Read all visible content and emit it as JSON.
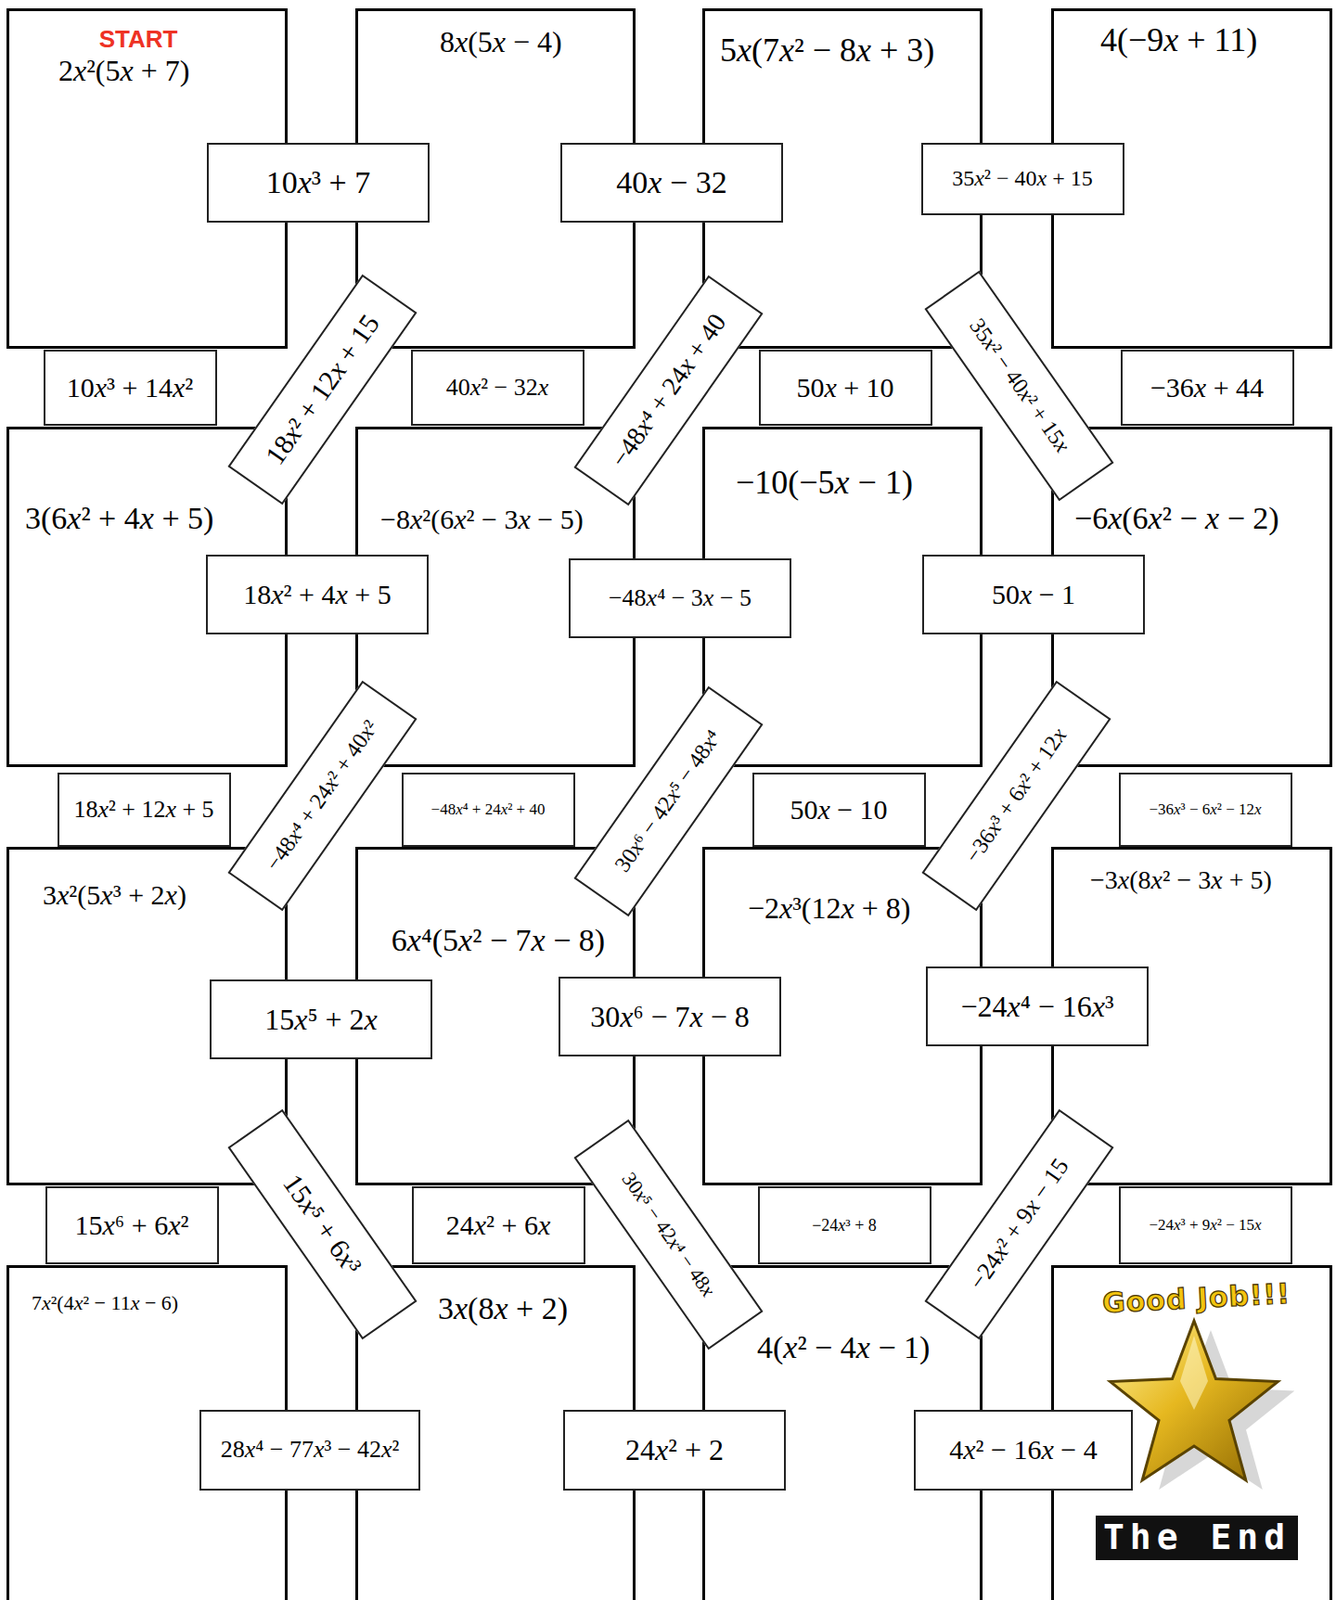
{
  "diagram": {
    "nodes": [
      {
        "text": [
          "START",
          "2x²(5x + 7)"
        ]
      },
      {
        "text": [
          "8x(5x − 4)"
        ]
      },
      {
        "text": [
          "5x(7x² − 8x + 3)"
        ]
      },
      {
        "text": [
          "4(−9x + 11)"
        ]
      },
      {
        "text": [
          "3(6x² + 4x + 5)"
        ]
      },
      {
        "text": [
          "−8x²(6x² − 3x − 5)"
        ]
      },
      {
        "text": [
          "−10(−5x − 1)"
        ]
      },
      {
        "text": [
          "−6x(6x² − x − 2)"
        ]
      },
      {
        "text": [
          "3x²(5x³ + 2x)"
        ]
      },
      {
        "text": [
          "6x⁴(5x² − 7x − 8)"
        ]
      },
      {
        "text": [
          "−2x³(12x + 8)"
        ]
      },
      {
        "text": [
          "−3x(8x² − 3x + 5)"
        ]
      },
      {
        "text": [
          "7x²(4x² − 11x − 6)"
        ]
      },
      {
        "text": [
          "3x(8x + 2)"
        ]
      },
      {
        "text": [
          "4(x² − 4x − 1)"
        ]
      },
      {
        "text": [
          "Good Job!!!",
          "The End"
        ]
      },
      {
        "text": [
          "10x³ + 7"
        ]
      },
      {
        "text": [
          "40x − 32"
        ]
      },
      {
        "text": [
          "35x² − 40x + 15"
        ]
      },
      {
        "text": [
          "10x³ + 14x²"
        ]
      },
      {
        "text": [
          "40x² − 32x"
        ]
      },
      {
        "text": [
          "50x + 10"
        ]
      },
      {
        "text": [
          "−36x + 44"
        ]
      },
      {
        "text": [
          "18x² + 12x + 15"
        ]
      },
      {
        "text": [
          "−48x⁴ + 24x + 40"
        ]
      },
      {
        "text": [
          "35x² − 40x² + 15x"
        ]
      },
      {
        "text": [
          "18x² + 4x + 5"
        ]
      },
      {
        "text": [
          "−48x⁴ − 3x − 5"
        ]
      },
      {
        "text": [
          "50x − 1"
        ]
      },
      {
        "text": [
          "18x² + 12x + 5"
        ]
      },
      {
        "text": [
          "−48x⁴ + 24x² + 40"
        ]
      },
      {
        "text": [
          "50x − 10"
        ]
      },
      {
        "text": [
          "−36x³ − 6x² − 12x"
        ]
      },
      {
        "text": [
          "−48x⁴ + 24x² + 40x²"
        ]
      },
      {
        "text": [
          "30x⁶ − 42x⁵ − 48x⁴"
        ]
      },
      {
        "text": [
          "−36x³ + 6x² + 12x"
        ]
      },
      {
        "text": [
          "15x⁵ + 2x"
        ]
      },
      {
        "text": [
          "30x⁶ − 7x − 8"
        ]
      },
      {
        "text": [
          "−24x⁴ − 16x³"
        ]
      },
      {
        "text": [
          "15x⁶ + 6x²"
        ]
      },
      {
        "text": [
          "24x² + 6x"
        ]
      },
      {
        "text": [
          "−24x³ + 8"
        ]
      },
      {
        "text": [
          "−24x³ + 9x² − 15x"
        ]
      },
      {
        "text": [
          "15x⁵ + 6x³"
        ]
      },
      {
        "text": [
          "30x⁵ − 42x⁴ − 48x"
        ]
      },
      {
        "text": [
          "−24x² + 9x − 15"
        ]
      },
      {
        "text": [
          "28x⁴ − 77x³ − 42x²"
        ]
      },
      {
        "text": [
          "24x² + 2"
        ]
      },
      {
        "text": [
          "4x² − 16x − 4"
        ]
      }
    ]
  }
}
